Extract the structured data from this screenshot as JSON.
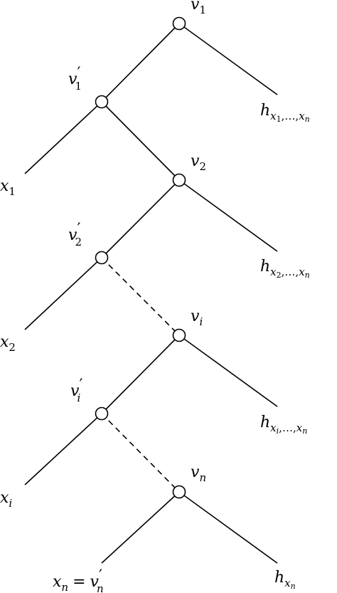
{
  "diagram": {
    "nodes": [
      {
        "id": "v1",
        "base": "v",
        "sub": "1",
        "prime": false
      },
      {
        "id": "v1p",
        "base": "v",
        "sub": "1",
        "prime": true
      },
      {
        "id": "v2",
        "base": "v",
        "sub": "2",
        "prime": false
      },
      {
        "id": "v2p",
        "base": "v",
        "sub": "2",
        "prime": true
      },
      {
        "id": "vi",
        "base": "v",
        "sub": "i",
        "prime": false
      },
      {
        "id": "vip",
        "base": "v",
        "sub": "i",
        "prime": true
      },
      {
        "id": "vn",
        "base": "v",
        "sub": "n",
        "prime": false
      }
    ],
    "leaves": {
      "x1": {
        "base": "x",
        "sub": "1"
      },
      "x2": {
        "base": "x",
        "sub": "2"
      },
      "xi": {
        "base": "x",
        "sub": "i"
      },
      "xn_eq": {
        "lhs_base": "x",
        "lhs_sub": "n",
        "equals": "=",
        "rhs_base": "v",
        "rhs_sub": "n",
        "rhs_prime": "′"
      },
      "h1": {
        "base": "h",
        "sub_x": "x",
        "sub_first": "1",
        "sub_sep": ",…,",
        "sub_last_x": "x",
        "sub_last": "n"
      },
      "h2": {
        "base": "h",
        "sub_x": "x",
        "sub_first": "2",
        "sub_sep": ",…,",
        "sub_last_x": "x",
        "sub_last": "n"
      },
      "hi": {
        "base": "h",
        "sub_x": "x",
        "sub_first": "i",
        "sub_sep": ",…,",
        "sub_last_x": "x",
        "sub_last": "n"
      },
      "hn": {
        "base": "h",
        "sub_x": "x",
        "sub_first": "n"
      }
    },
    "prime_symbol": "′",
    "edges": [
      {
        "from": "v1",
        "to": "v1p",
        "style": "solid"
      },
      {
        "from": "v1",
        "to": "h1",
        "style": "solid"
      },
      {
        "from": "v1p",
        "to": "x1",
        "style": "solid"
      },
      {
        "from": "v1p",
        "to": "v2",
        "style": "solid"
      },
      {
        "from": "v2",
        "to": "v2p",
        "style": "solid"
      },
      {
        "from": "v2",
        "to": "h2",
        "style": "solid"
      },
      {
        "from": "v2p",
        "to": "x2",
        "style": "solid"
      },
      {
        "from": "v2p",
        "to": "vi",
        "style": "dashed"
      },
      {
        "from": "vi",
        "to": "vip",
        "style": "solid"
      },
      {
        "from": "vi",
        "to": "hi",
        "style": "solid"
      },
      {
        "from": "vip",
        "to": "xi",
        "style": "solid"
      },
      {
        "from": "vip",
        "to": "vn",
        "style": "dashed"
      },
      {
        "from": "vn",
        "to": "xn_eq",
        "style": "solid"
      },
      {
        "from": "vn",
        "to": "hn",
        "style": "solid"
      }
    ]
  }
}
